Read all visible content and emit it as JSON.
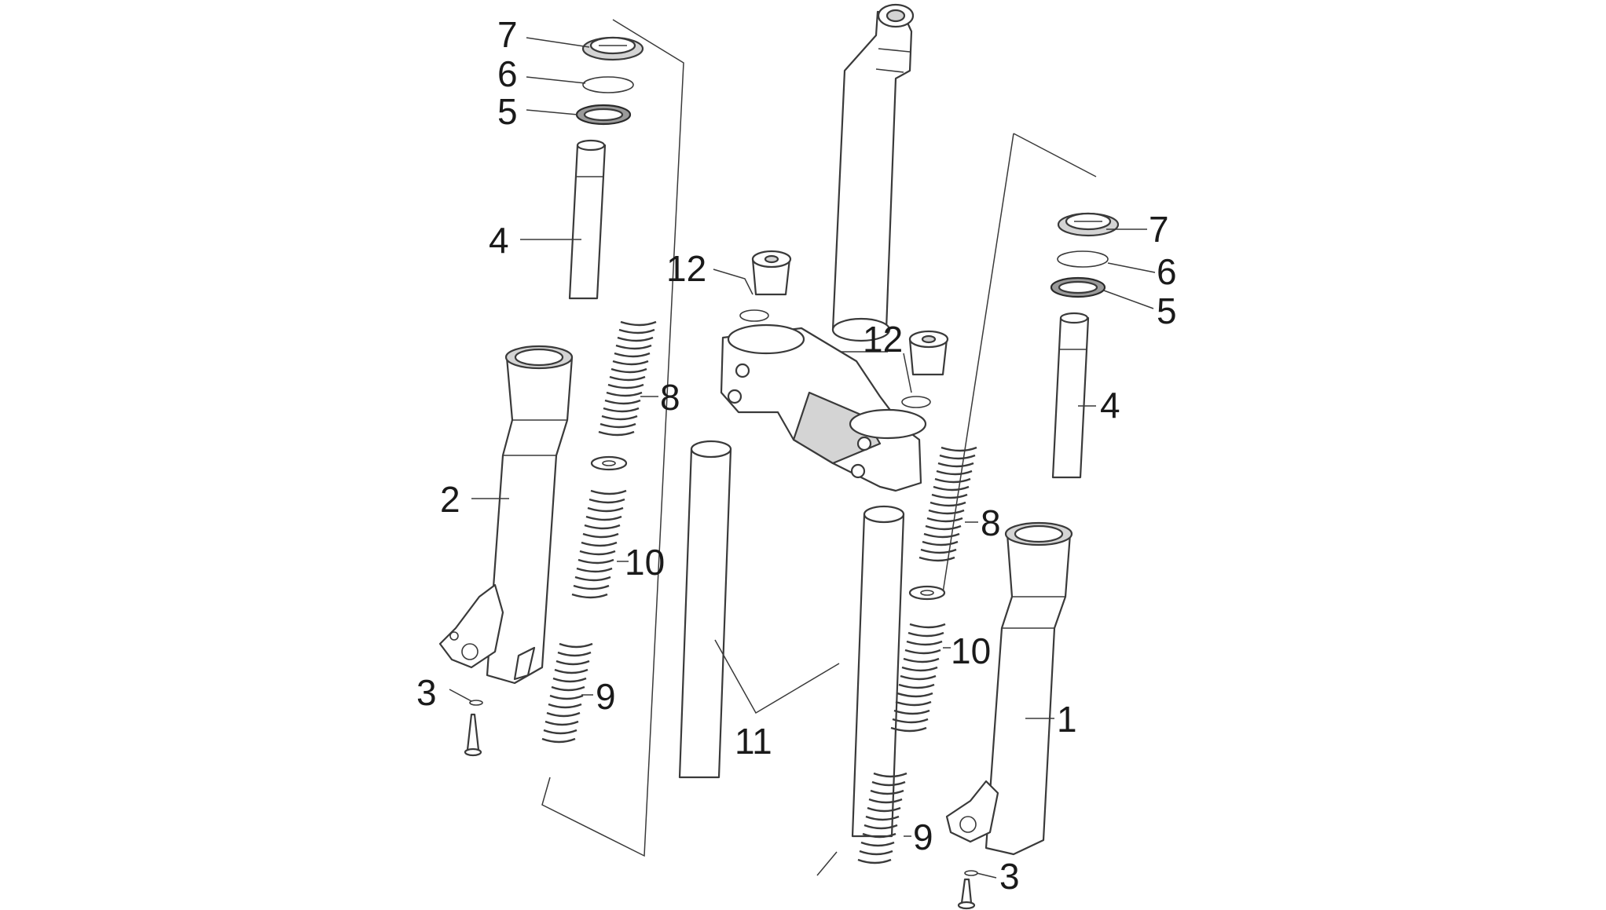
{
  "callouts": {
    "l7": "7",
    "l6": "6",
    "l5": "5",
    "l4": "4",
    "l2": "2",
    "l3": "3",
    "l8": "8",
    "l10": "10",
    "l9": "9",
    "l12a": "12",
    "l12b": "12",
    "l11": "11",
    "r7": "7",
    "r6": "6",
    "r5": "5",
    "r4": "4",
    "r8": "8",
    "r10": "10",
    "r1": "1",
    "r9": "9",
    "r3": "3"
  }
}
